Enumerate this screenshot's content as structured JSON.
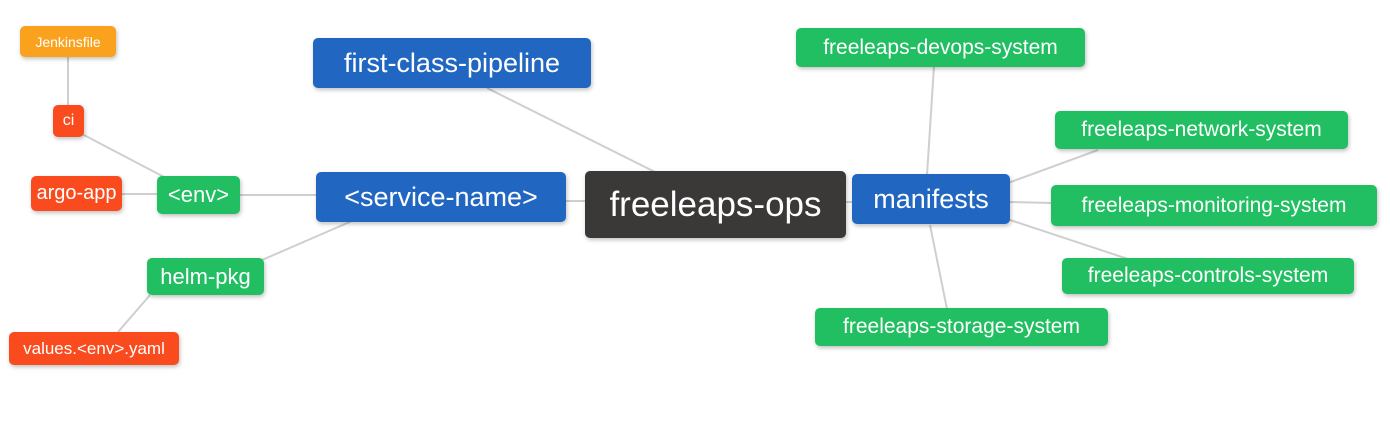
{
  "colors": {
    "root_bg": "#3B3838",
    "blue": "#2167C1",
    "green": "#21BF61",
    "red": "#FA4B1E",
    "orange": "#FAA21E",
    "edge": "#CFCFCF",
    "text": "#FFFFFF"
  },
  "nodes": {
    "root": {
      "label": "freeleaps-ops"
    },
    "first_class_pipeline": {
      "label": "first-class-pipeline"
    },
    "service_name": {
      "label": "<service-name>"
    },
    "manifests": {
      "label": "manifests"
    },
    "env": {
      "label": "<env>"
    },
    "helm_pkg": {
      "label": "helm-pkg"
    },
    "argo_app": {
      "label": "argo-app"
    },
    "ci": {
      "label": "ci"
    },
    "jenkinsfile": {
      "label": "Jenkinsfile"
    },
    "values_env_yaml": {
      "label": "values.<env>.yaml"
    },
    "devops_system": {
      "label": "freeleaps-devops-system"
    },
    "network_system": {
      "label": "freeleaps-network-system"
    },
    "monitoring_system": {
      "label": "freeleaps-monitoring-system"
    },
    "controls_system": {
      "label": "freeleaps-controls-system"
    },
    "storage_system": {
      "label": "freeleaps-storage-system"
    }
  },
  "edges": [
    {
      "from": "Jenkinsfile",
      "to": "ci"
    },
    {
      "from": "ci",
      "to": "<env>"
    },
    {
      "from": "argo-app",
      "to": "<env>"
    },
    {
      "from": "<env>",
      "to": "<service-name>"
    },
    {
      "from": "helm-pkg",
      "to": "<service-name>"
    },
    {
      "from": "values.<env>.yaml",
      "to": "helm-pkg"
    },
    {
      "from": "first-class-pipeline",
      "to": "freeleaps-ops"
    },
    {
      "from": "<service-name>",
      "to": "freeleaps-ops"
    },
    {
      "from": "freeleaps-ops",
      "to": "manifests"
    },
    {
      "from": "manifests",
      "to": "freeleaps-devops-system"
    },
    {
      "from": "manifests",
      "to": "freeleaps-network-system"
    },
    {
      "from": "manifests",
      "to": "freeleaps-monitoring-system"
    },
    {
      "from": "manifests",
      "to": "freeleaps-controls-system"
    },
    {
      "from": "manifests",
      "to": "freeleaps-storage-system"
    }
  ]
}
